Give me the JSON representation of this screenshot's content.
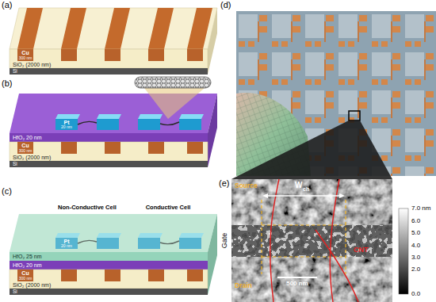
{
  "diagram": {
    "labels": [
      "(a)",
      "Cu",
      "300 nm",
      "SiO₂ (2000 nm)",
      "Si",
      "(b)",
      "Pt",
      "20 nm",
      "HfO₂ 20 nm",
      "Cu",
      "300 nm",
      "SiO₂ (2000 nm)",
      "Si",
      "(c)",
      "Non-Conductive Cell",
      "Conductive Cell",
      "Pt",
      "20 nm",
      "HfO₂ 25 nm",
      "HfO₂ 20 nm",
      "Cu",
      "300 nm",
      "SiO₂ (2000 nm)",
      "Si",
      "(d)",
      "(e)",
      "Source",
      "W",
      "ch",
      "Gate",
      "Drain",
      "CNT",
      "500 nm",
      "7.0 nm",
      "6.0",
      "5.0",
      "4.0",
      "3.0",
      "2.0",
      "0.0"
    ]
  }
}
